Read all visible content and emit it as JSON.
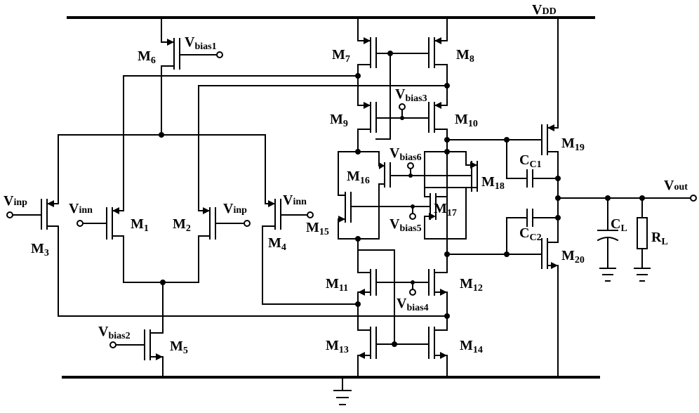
{
  "power": {
    "vdd_main": "V",
    "vdd_sub": "DD"
  },
  "transistors": {
    "m1": {
      "main": "M",
      "sub": "1"
    },
    "m2": {
      "main": "M",
      "sub": "2"
    },
    "m3": {
      "main": "M",
      "sub": "3"
    },
    "m4": {
      "main": "M",
      "sub": "4"
    },
    "m5": {
      "main": "M",
      "sub": "5"
    },
    "m6": {
      "main": "M",
      "sub": "6"
    },
    "m7": {
      "main": "M",
      "sub": "7"
    },
    "m8": {
      "main": "M",
      "sub": "8"
    },
    "m9": {
      "main": "M",
      "sub": "9"
    },
    "m10": {
      "main": "M",
      "sub": "10"
    },
    "m11": {
      "main": "M",
      "sub": "11"
    },
    "m12": {
      "main": "M",
      "sub": "12"
    },
    "m13": {
      "main": "M",
      "sub": "13"
    },
    "m14": {
      "main": "M",
      "sub": "14"
    },
    "m15": {
      "main": "M",
      "sub": "15"
    },
    "m16": {
      "main": "M",
      "sub": "16"
    },
    "m17": {
      "main": "M",
      "sub": "17"
    },
    "m18": {
      "main": "M",
      "sub": "18"
    },
    "m19": {
      "main": "M",
      "sub": "19"
    },
    "m20": {
      "main": "M",
      "sub": "20"
    }
  },
  "signals": {
    "vbias1": {
      "main": "V",
      "sub": "bias1"
    },
    "vbias2": {
      "main": "V",
      "sub": "bias2"
    },
    "vbias3": {
      "main": "V",
      "sub": "bias3"
    },
    "vbias4": {
      "main": "V",
      "sub": "bias4"
    },
    "vbias5": {
      "main": "V",
      "sub": "bias5"
    },
    "vbias6": {
      "main": "V",
      "sub": "bias6"
    },
    "vinp_left": {
      "main": "V",
      "sub": "inp"
    },
    "vinn_m1": {
      "main": "V",
      "sub": "inn"
    },
    "vinp_m2": {
      "main": "V",
      "sub": "inp"
    },
    "vinn_m4": {
      "main": "V",
      "sub": "inn"
    },
    "vout": {
      "main": "V",
      "sub": "out"
    }
  },
  "passives": {
    "cc1": {
      "main": "C",
      "sub": "C1"
    },
    "cc2": {
      "main": "C",
      "sub": "C2"
    },
    "cl": {
      "main": "C",
      "sub": "L"
    },
    "rl": {
      "main": "R",
      "sub": "L"
    }
  }
}
